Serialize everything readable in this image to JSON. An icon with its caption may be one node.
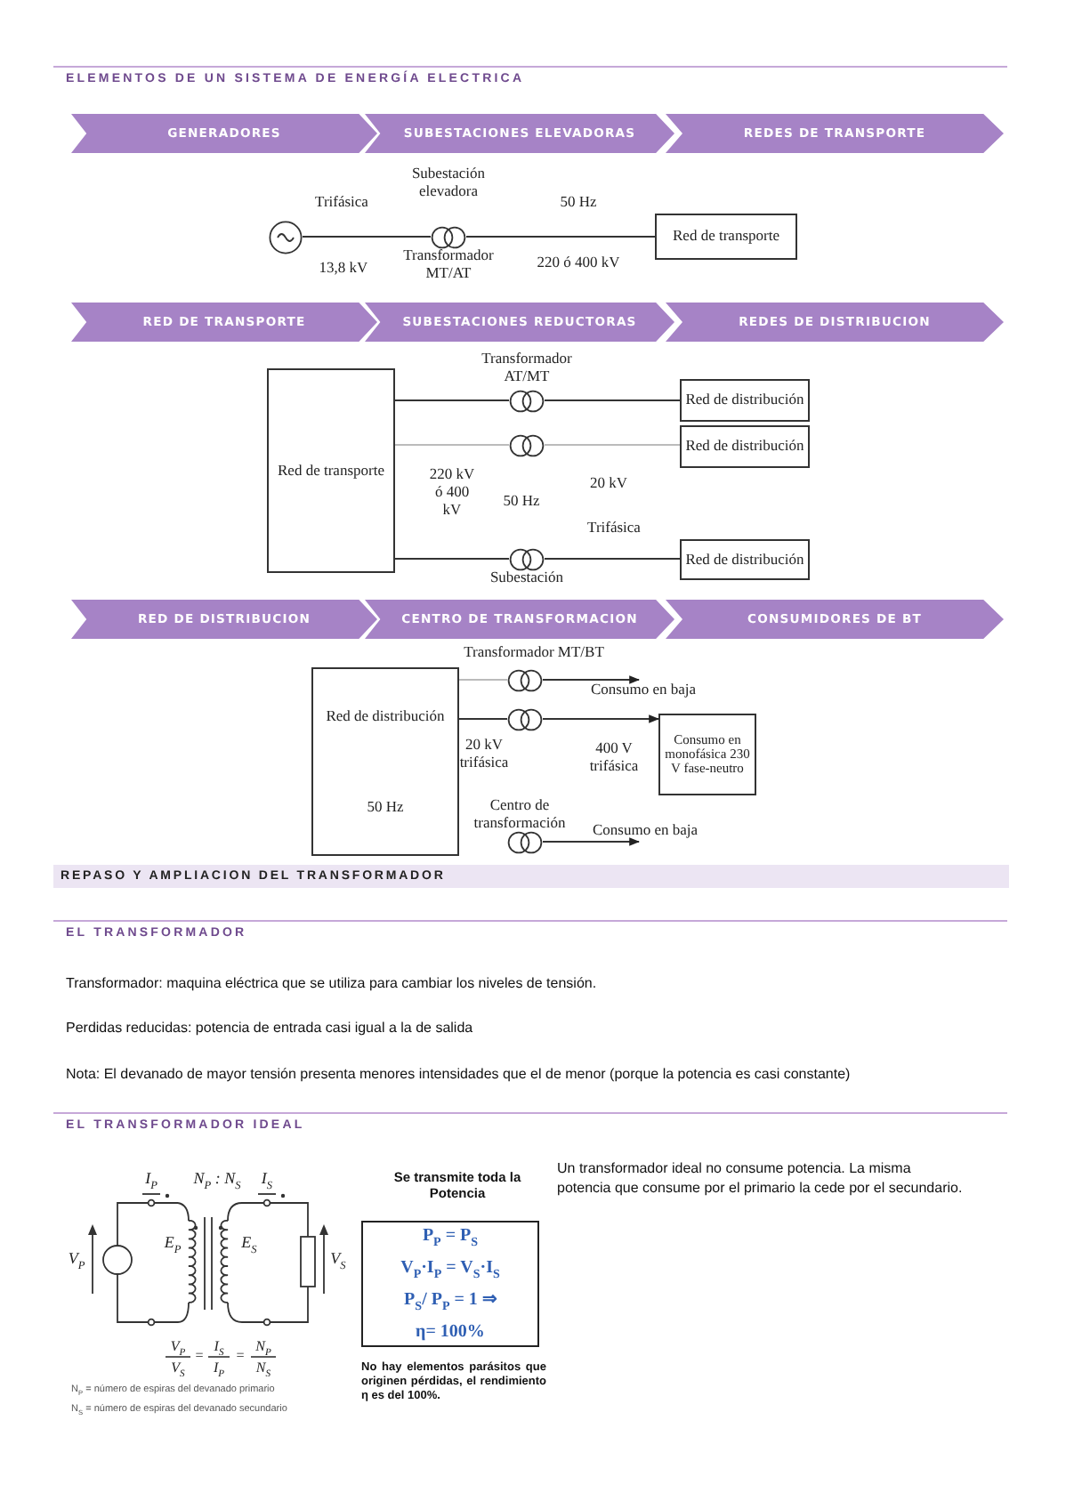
{
  "diagram": {
    "title": "ELEMENTOS DE UN SISTEMA DE ENERGÍA ELECTRICA",
    "nodes": [
      {
        "text": [
          "GENERADORES"
        ]
      },
      {
        "text": [
          "SUBESTACIONES ELEVADORAS"
        ]
      },
      {
        "text": [
          "REDES DE TRANSPORTE"
        ]
      },
      {
        "text": [],
        "shape": "circle"
      },
      {
        "text": [],
        "shape": "circle"
      },
      {
        "text": [
          "Red de transporte"
        ]
      },
      {
        "text": [
          "RED DE TRANSPORTE"
        ]
      },
      {
        "text": [
          "SUBESTACIONES REDUCTORAS"
        ]
      },
      {
        "text": [
          "REDES DE DISTRIBUCION"
        ]
      },
      {
        "text": [
          "Red de transporte"
        ]
      },
      {
        "text": [],
        "shape": "circle"
      },
      {
        "text": [],
        "shape": "circle"
      },
      {
        "text": [],
        "shape": "circle"
      },
      {
        "text": [
          "Red de distribución"
        ]
      },
      {
        "text": [
          "Red de distribución"
        ]
      },
      {
        "text": [
          "Red de distribución"
        ]
      },
      {
        "text": [
          "RED DE DISTRIBUCION"
        ]
      },
      {
        "text": [
          "CENTRO DE TRANSFORMACION"
        ]
      },
      {
        "text": [
          "CONSUMIDORES DE BT"
        ]
      },
      {
        "text": [
          "Red de distribución",
          "50 Hz"
        ]
      },
      {
        "text": [],
        "shape": "circle"
      },
      {
        "text": [],
        "shape": "circle"
      },
      {
        "text": [],
        "shape": "circle"
      },
      {
        "text": [
          "Consumo en monofásica 230 V fase-neutro"
        ]
      },
      {
        "text": [
          "Consumo en baja"
        ]
      },
      {
        "text": [
          "Consumo en baja"
        ]
      },
      {
        "text": [
          "P$_{P}$ = P$_{S}$",
          "V$_{P}$·I$_{P}$ = V$_{S}$·I$_{S}$",
          "P$_{S}$/ P$_{P}$ = 1 ⇒",
          "η= 100%"
        ]
      }
    ],
    "edges": [
      {
        "from": 3,
        "to": 4,
        "arrow": "none"
      },
      {
        "from": 4,
        "to": 5,
        "arrow": "none"
      },
      {
        "from": 9,
        "to": 10,
        "arrow": "none"
      },
      {
        "from": 10,
        "to": 13,
        "arrow": "none"
      },
      {
        "from": 9,
        "to": 11,
        "arrow": "none",
        "color": "#bbbbbb"
      },
      {
        "from": 11,
        "to": 14,
        "arrow": "none",
        "color": "#bbbbbb"
      },
      {
        "from": 9,
        "to": 12,
        "arrow": "none"
      },
      {
        "from": 12,
        "to": 15,
        "arrow": "none"
      },
      {
        "from": 19,
        "to": 20,
        "arrow": "none",
        "color": "#bbbbbb"
      },
      {
        "from": 20,
        "to": 24,
        "arrow": "to"
      },
      {
        "from": 19,
        "to": 21,
        "arrow": "none"
      },
      {
        "from": 21,
        "to": 23,
        "arrow": "to"
      },
      {
        "from": 22,
        "to": 25,
        "arrow": "to"
      }
    ],
    "labels": [
      "Subestación elevadora",
      "Trifásica",
      "50 Hz",
      "13,8 kV",
      "Transformador MT/AT",
      "220 ó 400 kV",
      "Transformador AT/MT",
      "220 kV ó 400 kV",
      "50 Hz",
      "20 kV",
      "Trifásica",
      "Subestación",
      "Transformador MT/BT",
      "20 kV trifásica",
      "400 V trifásica",
      "Centro de transformación",
      "REPASO Y AMPLIACION DEL TRANSFORMADOR",
      "EL TRANSFORMADOR",
      "Transformador: maquina eléctrica que se utiliza para cambiar los niveles de tensión.",
      "Perdidas reducidas: potencia de entrada casi igual a la de salida",
      "Nota:  El devanado de mayor tensión presenta menores intensidades que el de menor (porque la potencia es casi constante)",
      "EL TRANSFORMADOR IDEAL",
      "I$_{P}$",
      "N$_{P}$ : N$_{S}$",
      "I$_{S}$",
      "Se transmite toda la Potencia",
      "Un transformador ideal no consume potencia. La misma potencia que consume por el primario la cede por el secundario.",
      "V$_{P}$",
      "E$_{P}$",
      "E$_{S}$",
      "V$_{S}$",
      "V$_{P}$",
      "=",
      "I$_{S}$",
      "=",
      "N$_{P}$",
      "V$_{S}$",
      "I$_{P}$",
      "N$_{S}$",
      "No hay elementos parásitos que originen pérdidas, el rendimiento η es del 100%.",
      "N$_{P}$ = número de espiras del devanado primario",
      "N$_{S}$ = número de espiras del devanado secundario"
    ]
  }
}
